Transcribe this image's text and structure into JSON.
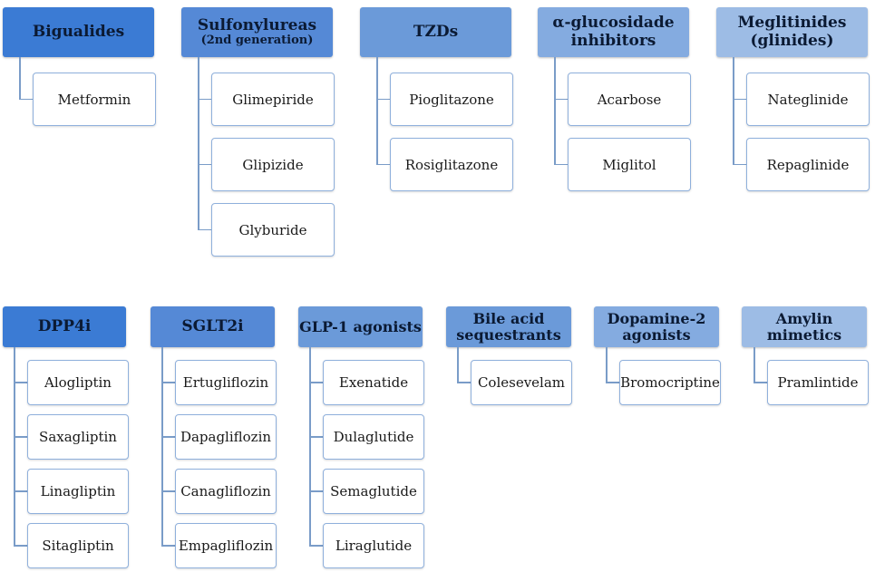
{
  "colors": {
    "level1": "#3b7bd4",
    "level2": "#5589d6",
    "level3": "#6b9ad9",
    "level4": "#84abe0",
    "level5": "#9dbce5",
    "line": "#7a9cc8",
    "itemBorder": "#8fb0dc"
  },
  "groups": [
    {
      "id": "biguanides",
      "title": "Bigualides",
      "items": [
        "Metformin"
      ]
    },
    {
      "id": "sulfonylureas",
      "title": "Sulfonylureas",
      "subtitle": "(2nd generation)",
      "items": [
        "Glimepiride",
        "Glipizide",
        "Glyburide"
      ]
    },
    {
      "id": "tzds",
      "title": "TZDs",
      "items": [
        "Pioglitazone",
        "Rosiglitazone"
      ]
    },
    {
      "id": "alpha-glucosidase",
      "title": "α-glucosidade\ninhibitors",
      "items": [
        "Acarbose",
        "Miglitol"
      ]
    },
    {
      "id": "meglitinides",
      "title": "Meglitinides\n(glinides)",
      "items": [
        "Nateglinide",
        "Repaglinide"
      ]
    },
    {
      "id": "dpp4i",
      "title": "DPP4i",
      "items": [
        "Alogliptin",
        "Saxagliptin",
        "Linagliptin",
        "Sitagliptin"
      ]
    },
    {
      "id": "sglt2i",
      "title": "SGLT2i",
      "items": [
        "Ertugliflozin",
        "Dapagliflozin",
        "Canagliflozin",
        "Empagliflozin"
      ]
    },
    {
      "id": "glp1",
      "title": "GLP-1 agonists",
      "items": [
        "Exenatide",
        "Dulaglutide",
        "Semaglutide",
        "Liraglutide"
      ]
    },
    {
      "id": "bile-acid",
      "title": "Bile acid\nsequestrants",
      "items": [
        "Colesevelam"
      ]
    },
    {
      "id": "dopamine2",
      "title": "Dopamine-2\nagonists",
      "items": [
        "Bromocriptine"
      ]
    },
    {
      "id": "amylin",
      "title": "Amylin\nmimetics",
      "items": [
        "Pramlintide"
      ]
    }
  ]
}
